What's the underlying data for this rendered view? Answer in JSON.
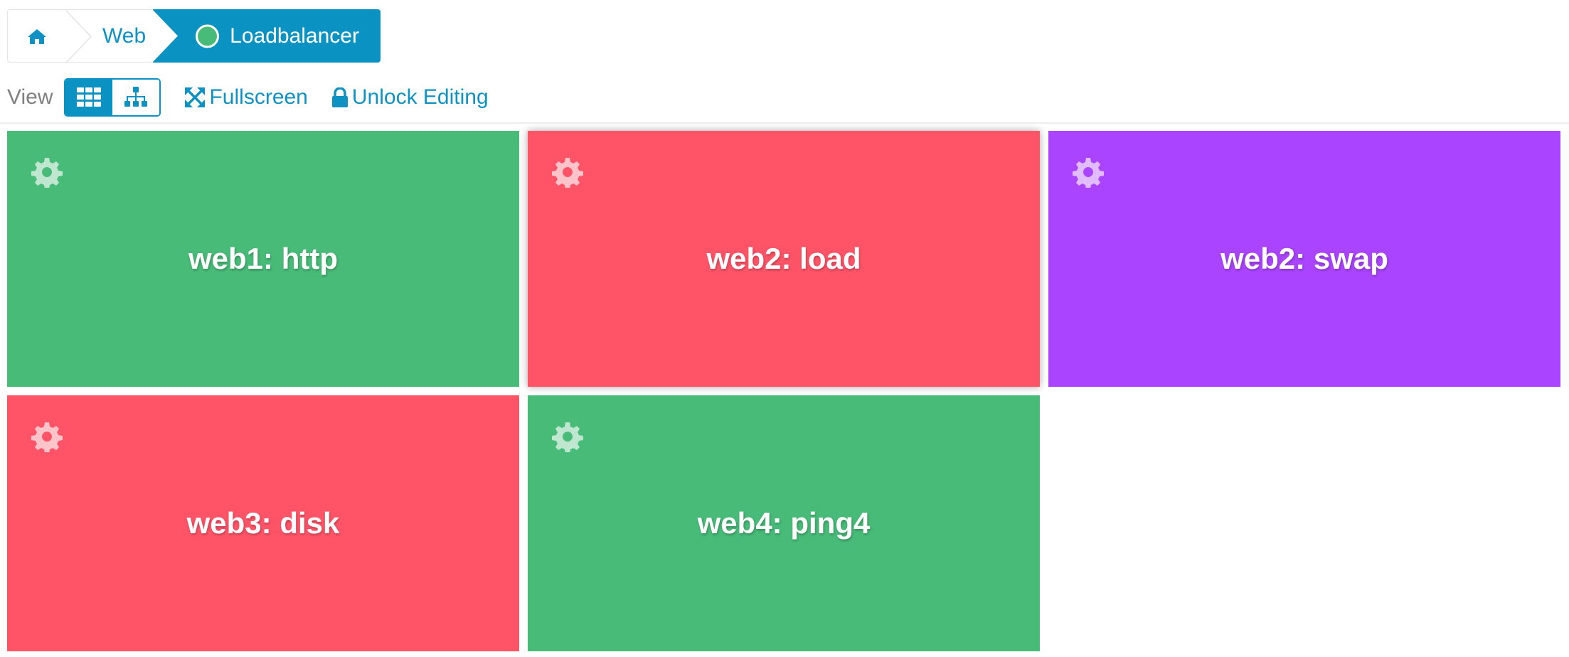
{
  "breadcrumb": {
    "home_icon": "home-icon",
    "items": [
      {
        "label": "Web"
      },
      {
        "label": "Loadbalancer",
        "status_color": "#48bb78"
      }
    ]
  },
  "toolbar": {
    "view_label": "View",
    "grid_icon": "grid-icon",
    "tree_icon": "sitemap-icon",
    "fullscreen_label": "Fullscreen",
    "unlock_label": "Unlock Editing"
  },
  "colors": {
    "accent": "#0a93c2",
    "ok": "#48bb78",
    "critical": "#ff5468",
    "unknown": "#ab44ff"
  },
  "tiles": [
    {
      "title": "web1: http",
      "state": "ok",
      "color": "#48bb78"
    },
    {
      "title": "web2: load",
      "state": "critical",
      "color": "#ff5468"
    },
    {
      "title": "web2: swap",
      "state": "unknown",
      "color": "#ab44ff"
    },
    {
      "title": "web3: disk",
      "state": "critical",
      "color": "#ff5468"
    },
    {
      "title": "web4: ping4",
      "state": "ok",
      "color": "#48bb78"
    }
  ]
}
